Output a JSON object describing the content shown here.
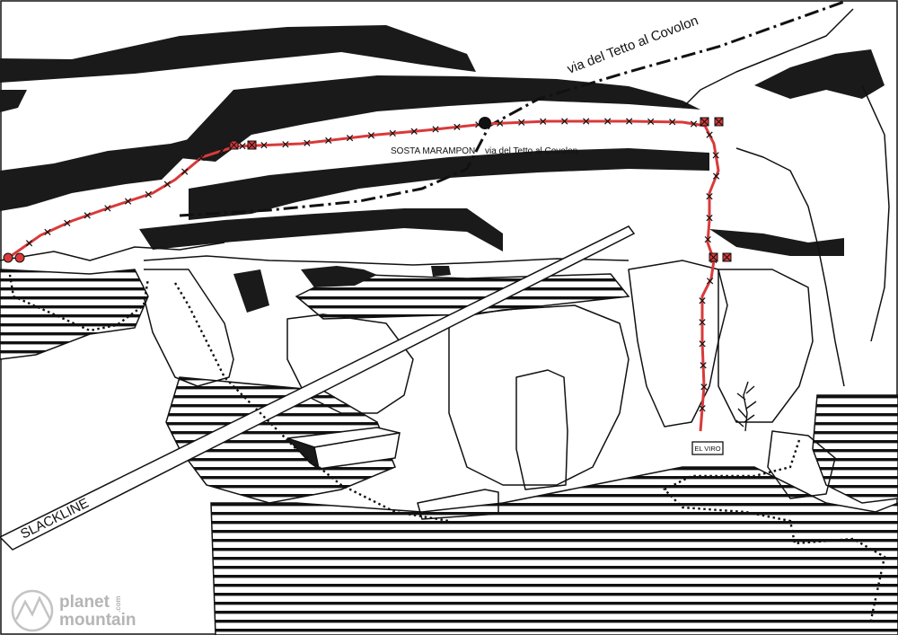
{
  "labels": {
    "route_upper": "via del Tetto al Covolon",
    "route_lower": "via del Tetto al Covolon",
    "belay": "SOSTA MARAMPON",
    "start": "EL VIRO",
    "slackline": "SLACKLINE"
  },
  "logo": {
    "line1": "planet",
    "line2": "mountain",
    "suffix": ".com"
  },
  "colors": {
    "route_red": "#d93a3a",
    "rock_black": "#1a1a1a",
    "logo_grey": "#b5b5b5"
  }
}
